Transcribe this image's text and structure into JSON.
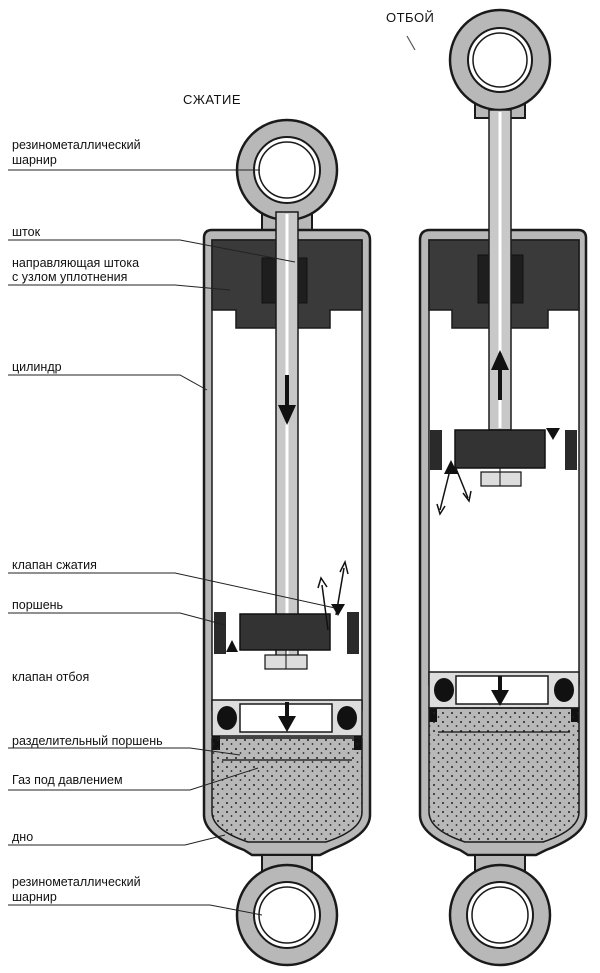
{
  "modes": {
    "compression": "СЖАТИЕ",
    "rebound": "ОТБОЙ"
  },
  "labels": {
    "top_joint_line1": "резинометаллический",
    "top_joint_line2": "шарнир",
    "rod": "шток",
    "rod_guide_line1": "направляющая штока",
    "rod_guide_line2": "с узлом уплотнения",
    "cylinder": "цилиндр",
    "compression_valve": "клапан сжатия",
    "piston": "поршень",
    "rebound_valve": "клапан отбоя",
    "separating_piston": "разделительный поршень",
    "pressurized_gas": "Газ под давлением",
    "bottom": "дно",
    "bottom_joint_line1": "резинометаллический",
    "bottom_joint_line2": "шарнир"
  },
  "colors": {
    "outline": "#1a1a1a",
    "body_fill": "#b8b8b8",
    "dark_part": "#3a3a3a",
    "rod_fill": "#c8c8c8",
    "gas_fill": "#f2f2f2",
    "oil_fill": "#ffffff"
  }
}
